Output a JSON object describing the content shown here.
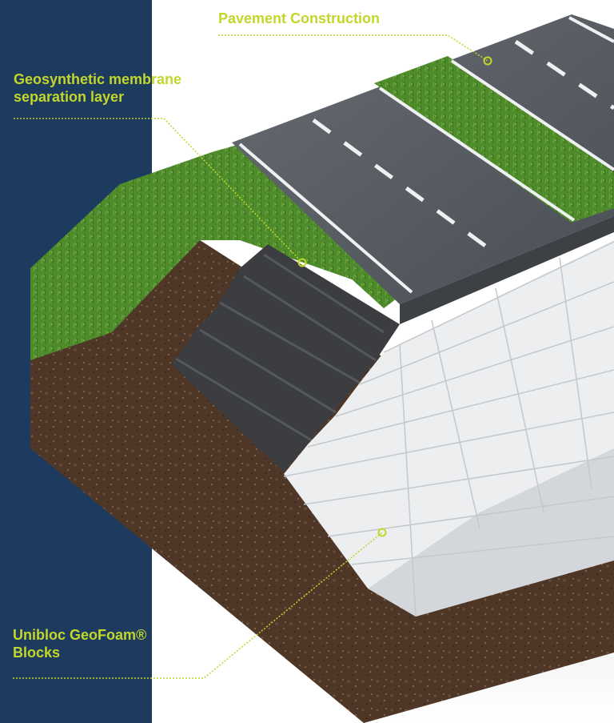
{
  "labels": {
    "pavement": "Pavement Construction",
    "membrane_line1": "Geosynthetic membrane",
    "membrane_line2": "separation layer",
    "geofoam_line1": "Unibloc GeoFoam®",
    "geofoam_line2": "Blocks"
  },
  "colors": {
    "sidebar": "#1d3a5f",
    "callout_accent": "#c3d62a",
    "asphalt": "#555a60",
    "grass": "#4e8b2a",
    "soil": "#5b3f2d",
    "geofoam": "#eceef0",
    "membrane": "#3b3d40"
  }
}
